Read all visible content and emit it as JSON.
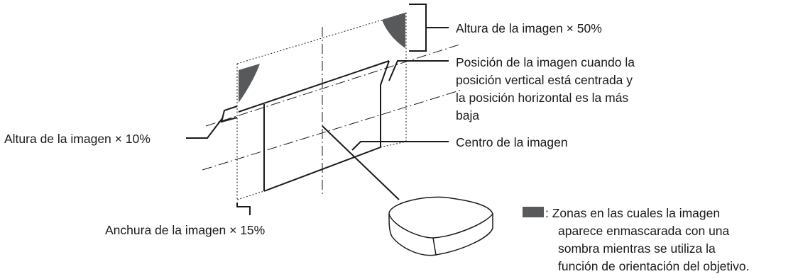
{
  "labels": {
    "height_50": "Altura de la imagen × 50%",
    "position": [
      "Posición de la imagen cuando la",
      "posición vertical está centrada y",
      "la posición horizontal es la más",
      "baja"
    ],
    "height_10": "Altura de la imagen × 10%",
    "center": "Centro de la imagen",
    "width_15": "Anchura de la imagen × 15%"
  },
  "legend": {
    "swatch_color": "#58595b",
    "text": [
      ": Zonas en las cuales la imagen",
      "aparece enmascarada con una",
      "sombra mientras se utiliza la",
      "función de orientación del objetivo."
    ]
  },
  "colors": {
    "line": "#1a1a1a",
    "shade": "#58595b"
  }
}
